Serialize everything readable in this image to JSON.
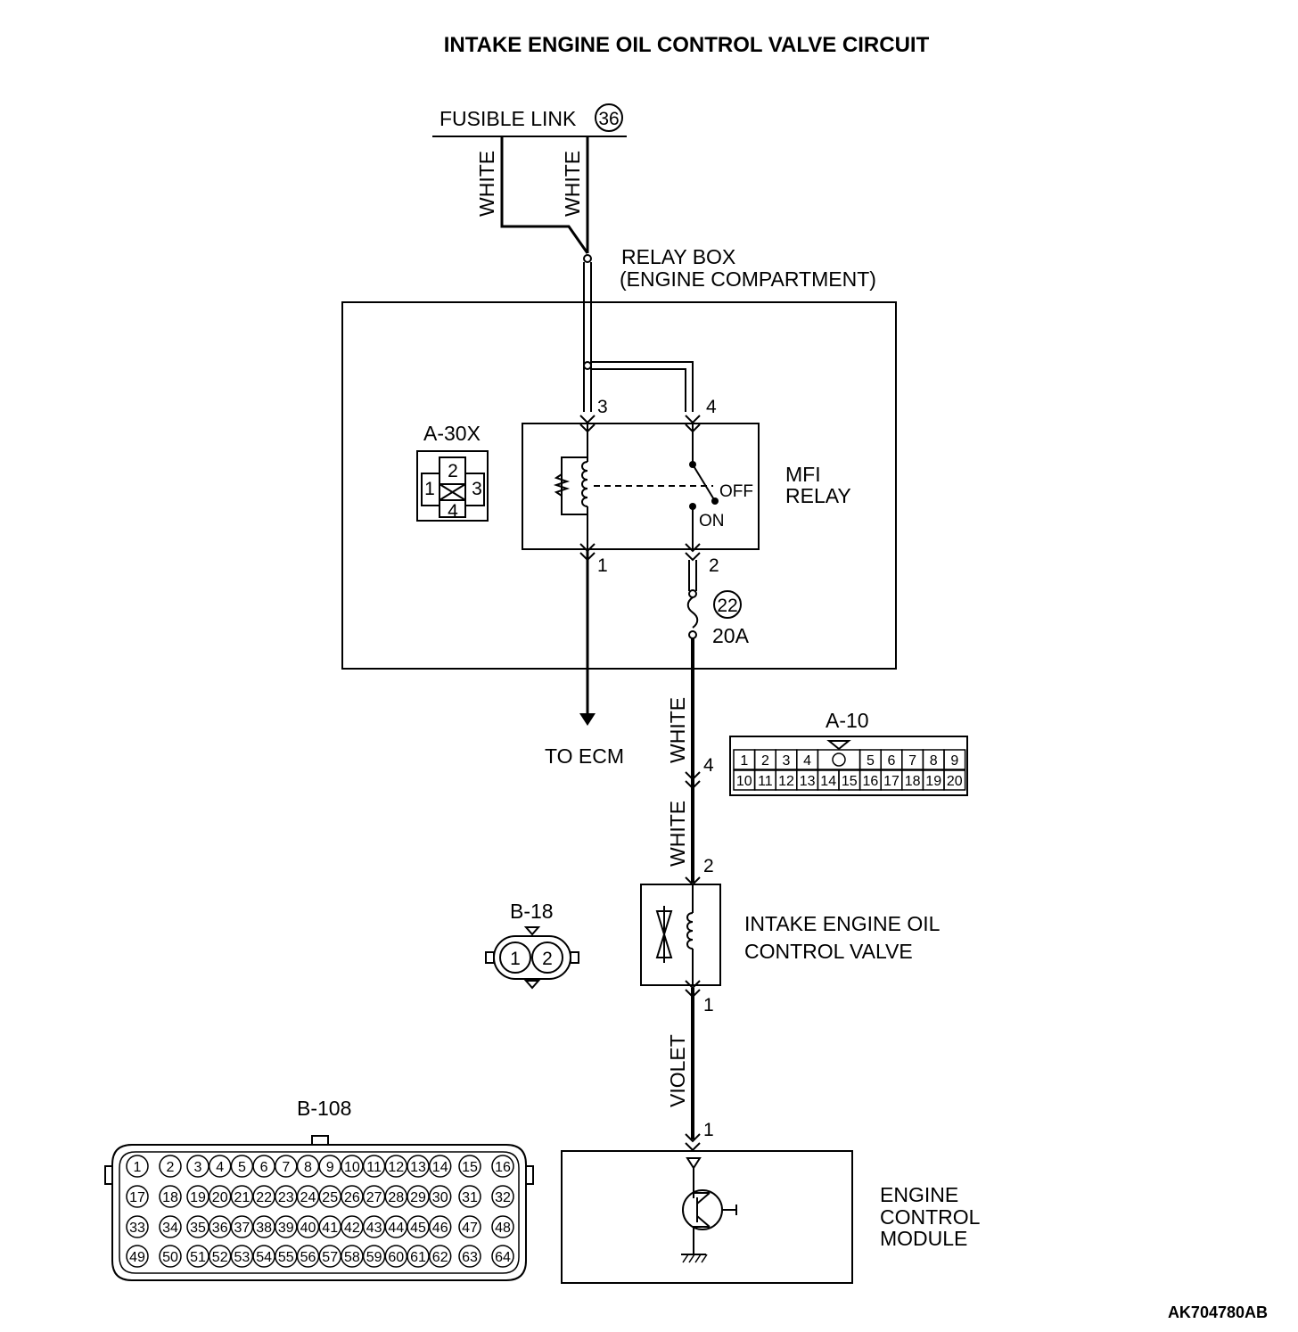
{
  "title": "INTAKE ENGINE OIL CONTROL VALVE CIRCUIT",
  "fusible_link": {
    "label": "FUSIBLE LINK",
    "number": "36"
  },
  "wire_colors": {
    "white": "WHITE",
    "violet": "VIOLET"
  },
  "relay_box": {
    "line1": "RELAY BOX",
    "line2": "(ENGINE COMPARTMENT)"
  },
  "mfi_relay": {
    "line1": "MFI",
    "line2": "RELAY",
    "state_off": "OFF",
    "state_on": "ON",
    "pins": {
      "p1": "1",
      "p2": "2",
      "p3": "3",
      "p4": "4"
    }
  },
  "a30x": {
    "label": "A-30X",
    "pins": [
      "1",
      "2",
      "3",
      "4"
    ]
  },
  "fuse": {
    "number": "22",
    "rating": "20A"
  },
  "to_ecm": "TO ECM",
  "a10": {
    "label": "A-10",
    "pin_here": "4",
    "row1": [
      "1",
      "2",
      "3",
      "4",
      "",
      "5",
      "6",
      "7",
      "8",
      "9"
    ],
    "row2": [
      "10",
      "11",
      "12",
      "13",
      "14",
      "15",
      "16",
      "17",
      "18",
      "19",
      "20"
    ]
  },
  "valve": {
    "line1": "INTAKE ENGINE OIL",
    "line2": "CONTROL VALVE",
    "pin_top": "2",
    "pin_bottom": "1"
  },
  "b18": {
    "label": "B-18",
    "pins": [
      "1",
      "2"
    ]
  },
  "b108": {
    "label": "B-108",
    "rows": [
      [
        "1",
        "2",
        "3",
        "4",
        "5",
        "6",
        "7",
        "8",
        "9",
        "10",
        "11",
        "12",
        "13",
        "14",
        "15",
        "16"
      ],
      [
        "17",
        "18",
        "19",
        "20",
        "21",
        "22",
        "23",
        "24",
        "25",
        "26",
        "27",
        "28",
        "29",
        "30",
        "31",
        "32"
      ],
      [
        "33",
        "34",
        "35",
        "36",
        "37",
        "38",
        "39",
        "40",
        "41",
        "42",
        "43",
        "44",
        "45",
        "46",
        "47",
        "48"
      ],
      [
        "49",
        "50",
        "51",
        "52",
        "53",
        "54",
        "55",
        "56",
        "57",
        "58",
        "59",
        "60",
        "61",
        "62",
        "63",
        "64"
      ]
    ]
  },
  "ecm": {
    "line1": "ENGINE",
    "line2": "CONTROL",
    "line3": "MODULE",
    "pin": "1"
  },
  "figure_code": "AK704780AB"
}
